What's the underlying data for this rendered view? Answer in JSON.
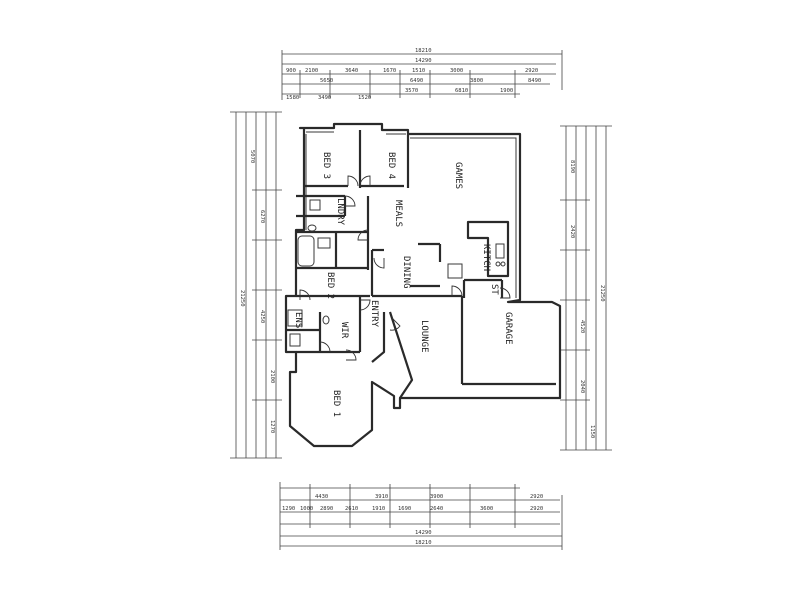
{
  "rooms": {
    "bed3": "BED 3",
    "bed4": "BED 4",
    "games": "GAMES",
    "meals": "MEALS",
    "kitch": "KITCH",
    "dining": "DINING",
    "bed2": "BED 2",
    "entry": "ENTRY",
    "lounge": "LOUNGE",
    "garage": "GARAGE",
    "bed1": "BED 1",
    "st": "ST",
    "wir": "WIR",
    "ens": "ENS",
    "lndry": "LNDRY"
  },
  "dimensions": {
    "top_overall": "18210",
    "top_second": "14290",
    "top_row": [
      "900",
      "2100",
      "3640",
      "1670",
      "1510",
      "3000",
      "2920"
    ],
    "top_row2": [
      "5650",
      "6490",
      "3800",
      "8490"
    ],
    "top_row3": [
      "1580",
      "3490",
      "1520",
      "3570",
      "6810",
      "1900"
    ],
    "bottom_overall": "18210",
    "bottom_second": "14290",
    "bottom_row": [
      "4430",
      "3910",
      "3900",
      "2920"
    ],
    "bottom_row2": [
      "1290",
      "1000",
      "2890",
      "2610",
      "1910",
      "1690",
      "2640",
      "3600",
      "2920"
    ],
    "left_overall": "21250",
    "left_rows": [
      "5070",
      "6270",
      "4250",
      "2100",
      "1270"
    ],
    "right_overall": "21250",
    "right_rows": [
      "8190",
      "2420",
      "4520",
      "2040",
      "1150"
    ]
  }
}
